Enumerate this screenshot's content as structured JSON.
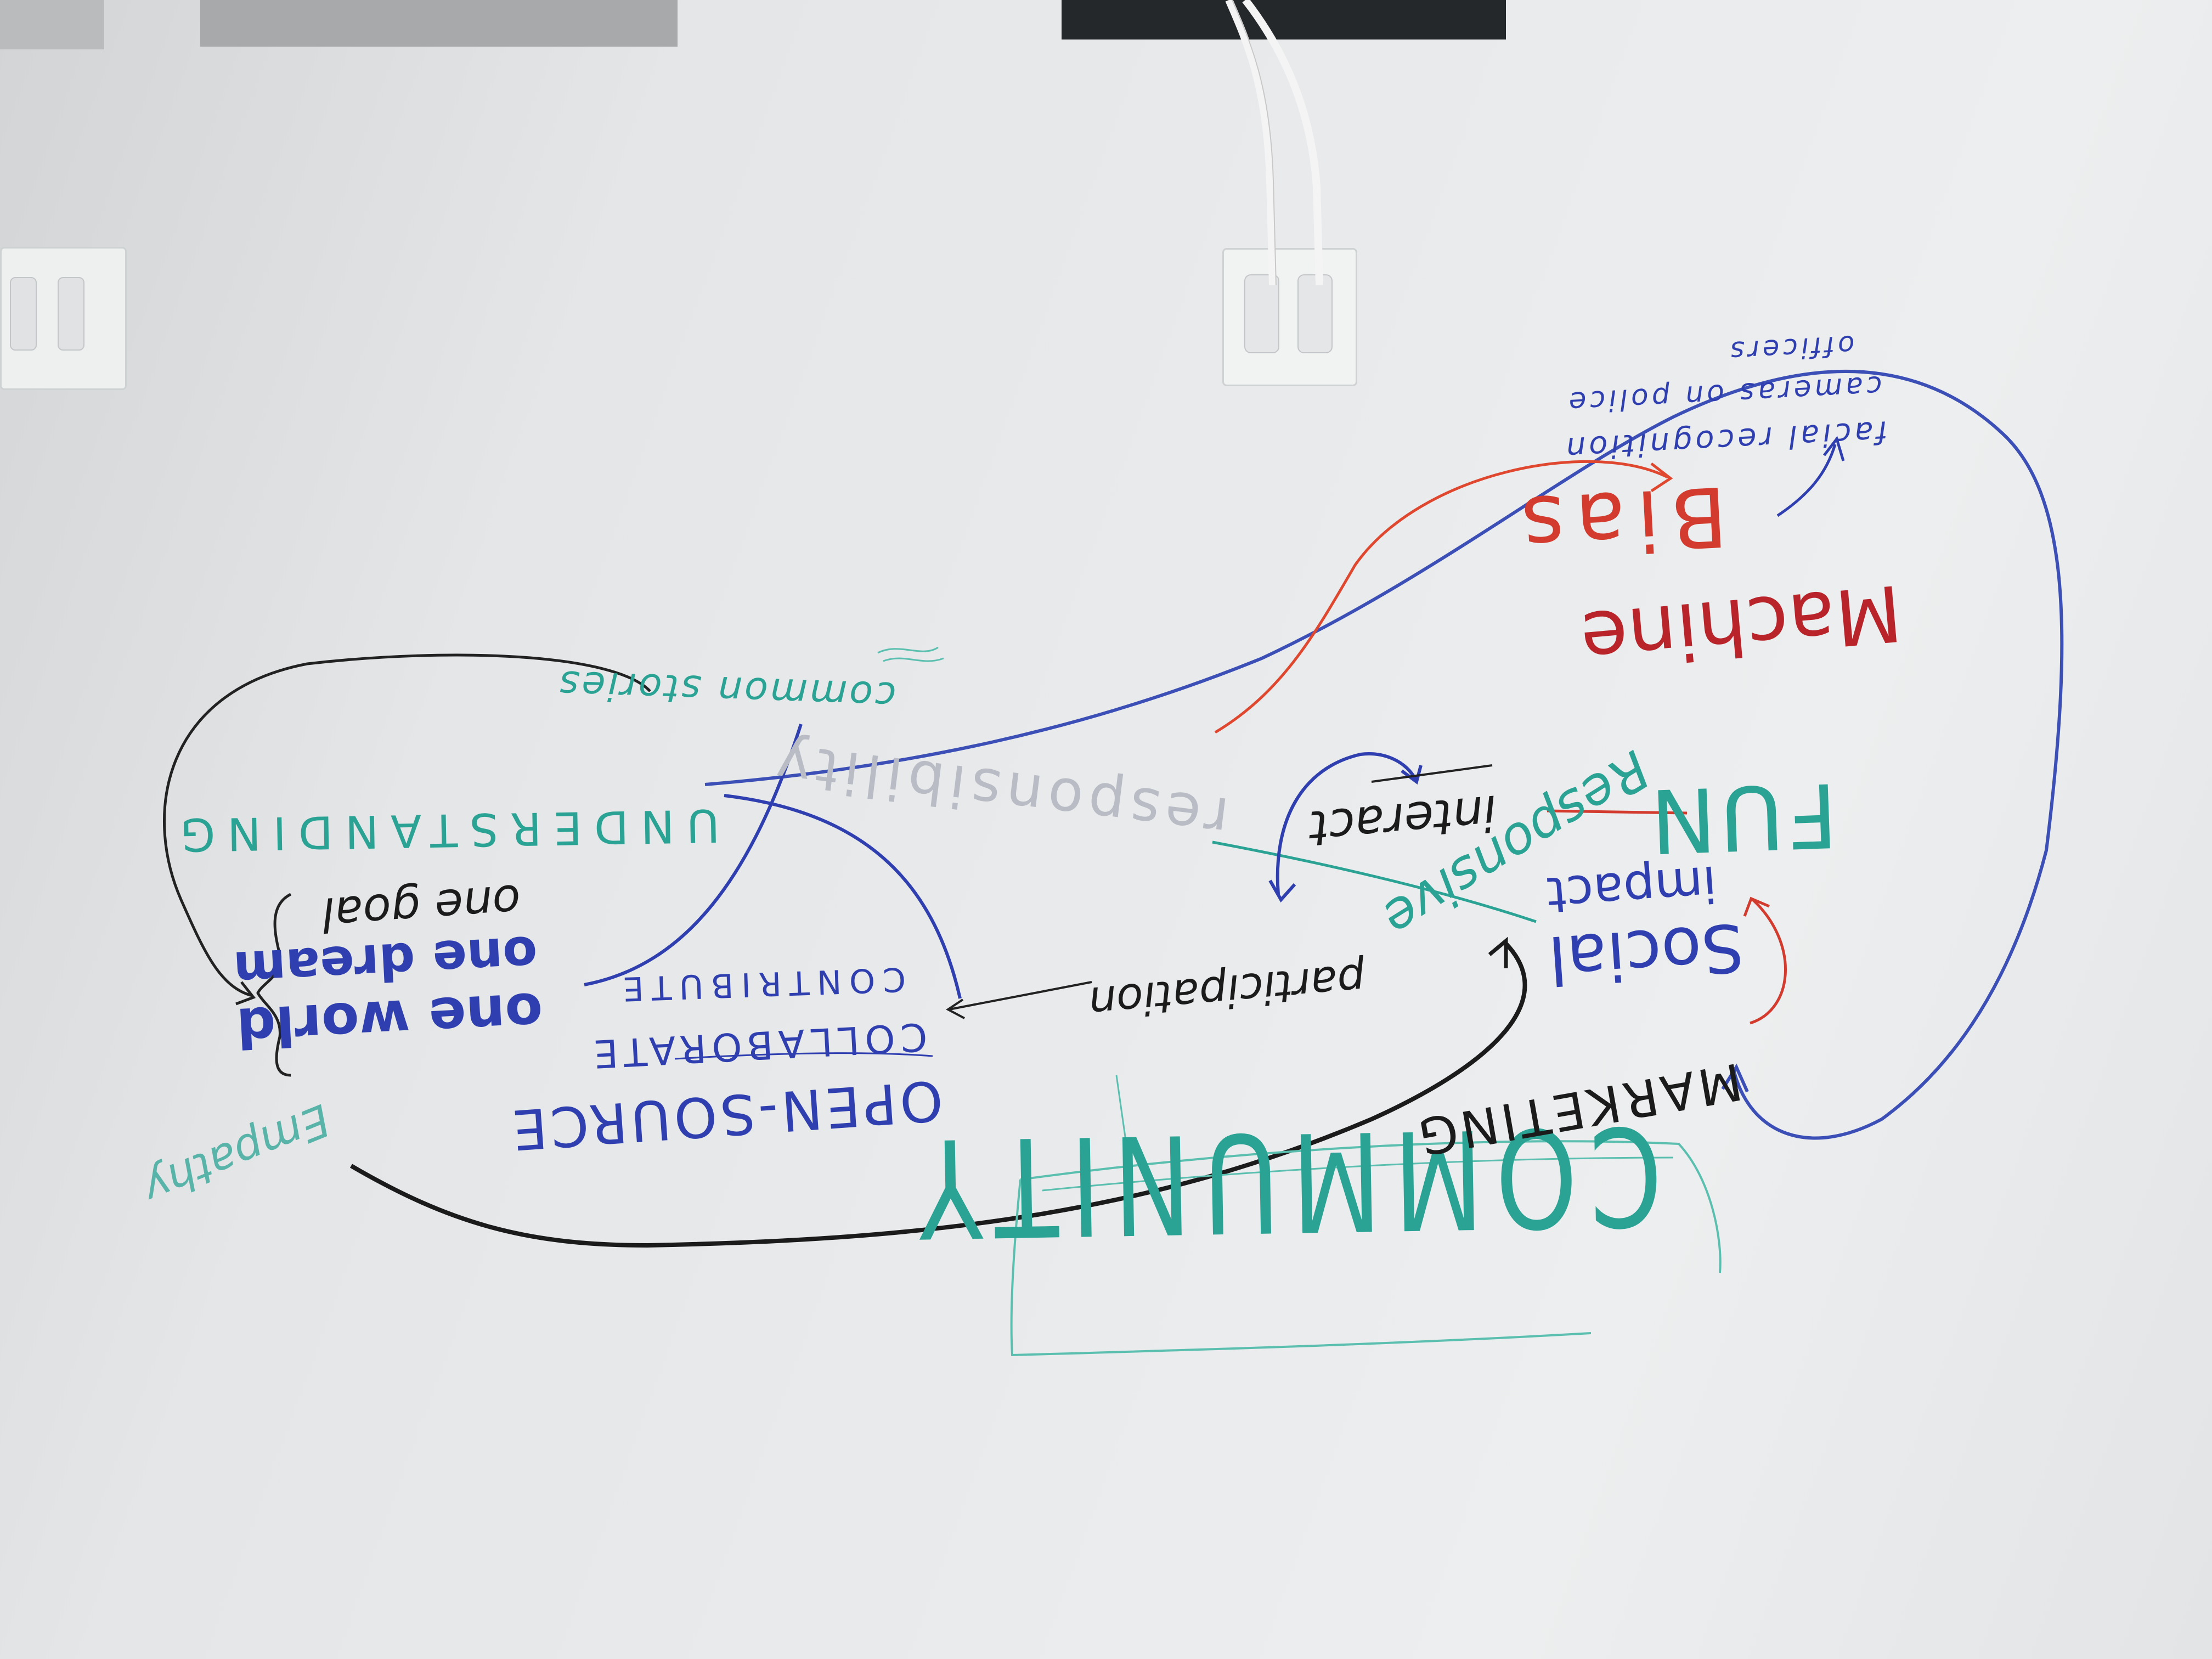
{
  "colors": {
    "teal": "#2aa394",
    "blue": "#2f3fb0",
    "black": "#1b1b1b",
    "red": "#d23b2e",
    "dark_red": "#b8242a",
    "faded": "#b9bcc5"
  },
  "whiteboard": {
    "community": "COMMUNITY",
    "open_source": "OPEN-SOURCE",
    "collaborate": "COLLABORATE",
    "contribute": "CONTRIBUTE",
    "participation": "participation",
    "one_world": "one world",
    "one_dream": "one dream",
    "one_goal": "one goal",
    "understanding": "UNDERSTANDING",
    "common_stories": "common stories",
    "responsibility": "responsibility",
    "marketing": "MARKETING",
    "social_impact": "Social",
    "impact": "impact",
    "interact": "interact",
    "fun": "FUN",
    "responsive": "Responsive",
    "machine_bias": "Machine",
    "bias": "Bias",
    "facial_recognition": "facial recognition",
    "cameras_on_police": "cameras on police",
    "officers": "officers",
    "empathy": "Empathy"
  }
}
